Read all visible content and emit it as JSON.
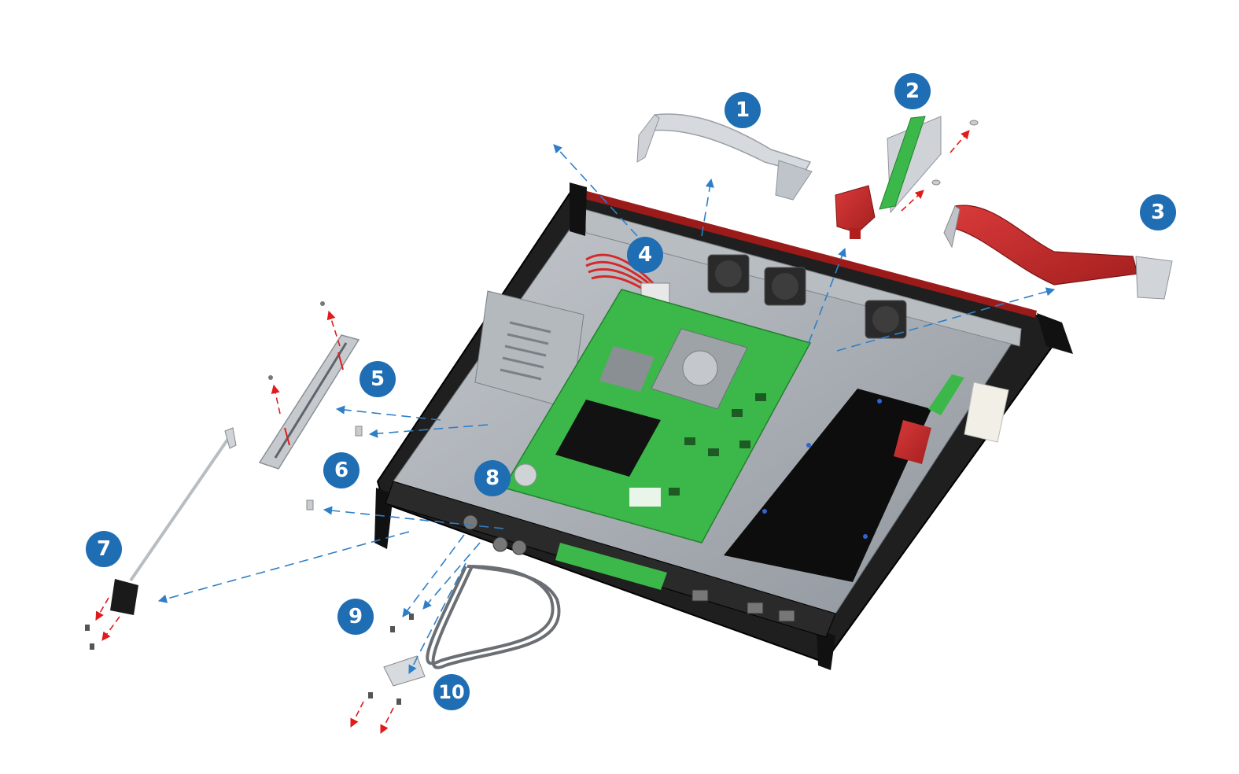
{
  "diagram": {
    "callouts": [
      {
        "id": "1",
        "label": "1"
      },
      {
        "id": "2",
        "label": "2"
      },
      {
        "id": "3",
        "label": "3"
      },
      {
        "id": "4",
        "label": "4"
      },
      {
        "id": "5",
        "label": "5"
      },
      {
        "id": "6",
        "label": "6"
      },
      {
        "id": "7",
        "label": "7"
      },
      {
        "id": "8",
        "label": "8"
      },
      {
        "id": "9",
        "label": "9"
      },
      {
        "id": "10",
        "label": "10"
      }
    ],
    "colors": {
      "callout_fill": "#1f6db3",
      "callout_text": "#ffffff",
      "blue_arrow": "#2f7fc8",
      "red_arrow": "#e01b1b",
      "pcb_green": "#3cb84a",
      "chassis_grey": "#a9adb2",
      "frame_black": "#1a1a1a",
      "cable_red": "#c42a2a",
      "cable_grey": "#c9ced4"
    }
  }
}
